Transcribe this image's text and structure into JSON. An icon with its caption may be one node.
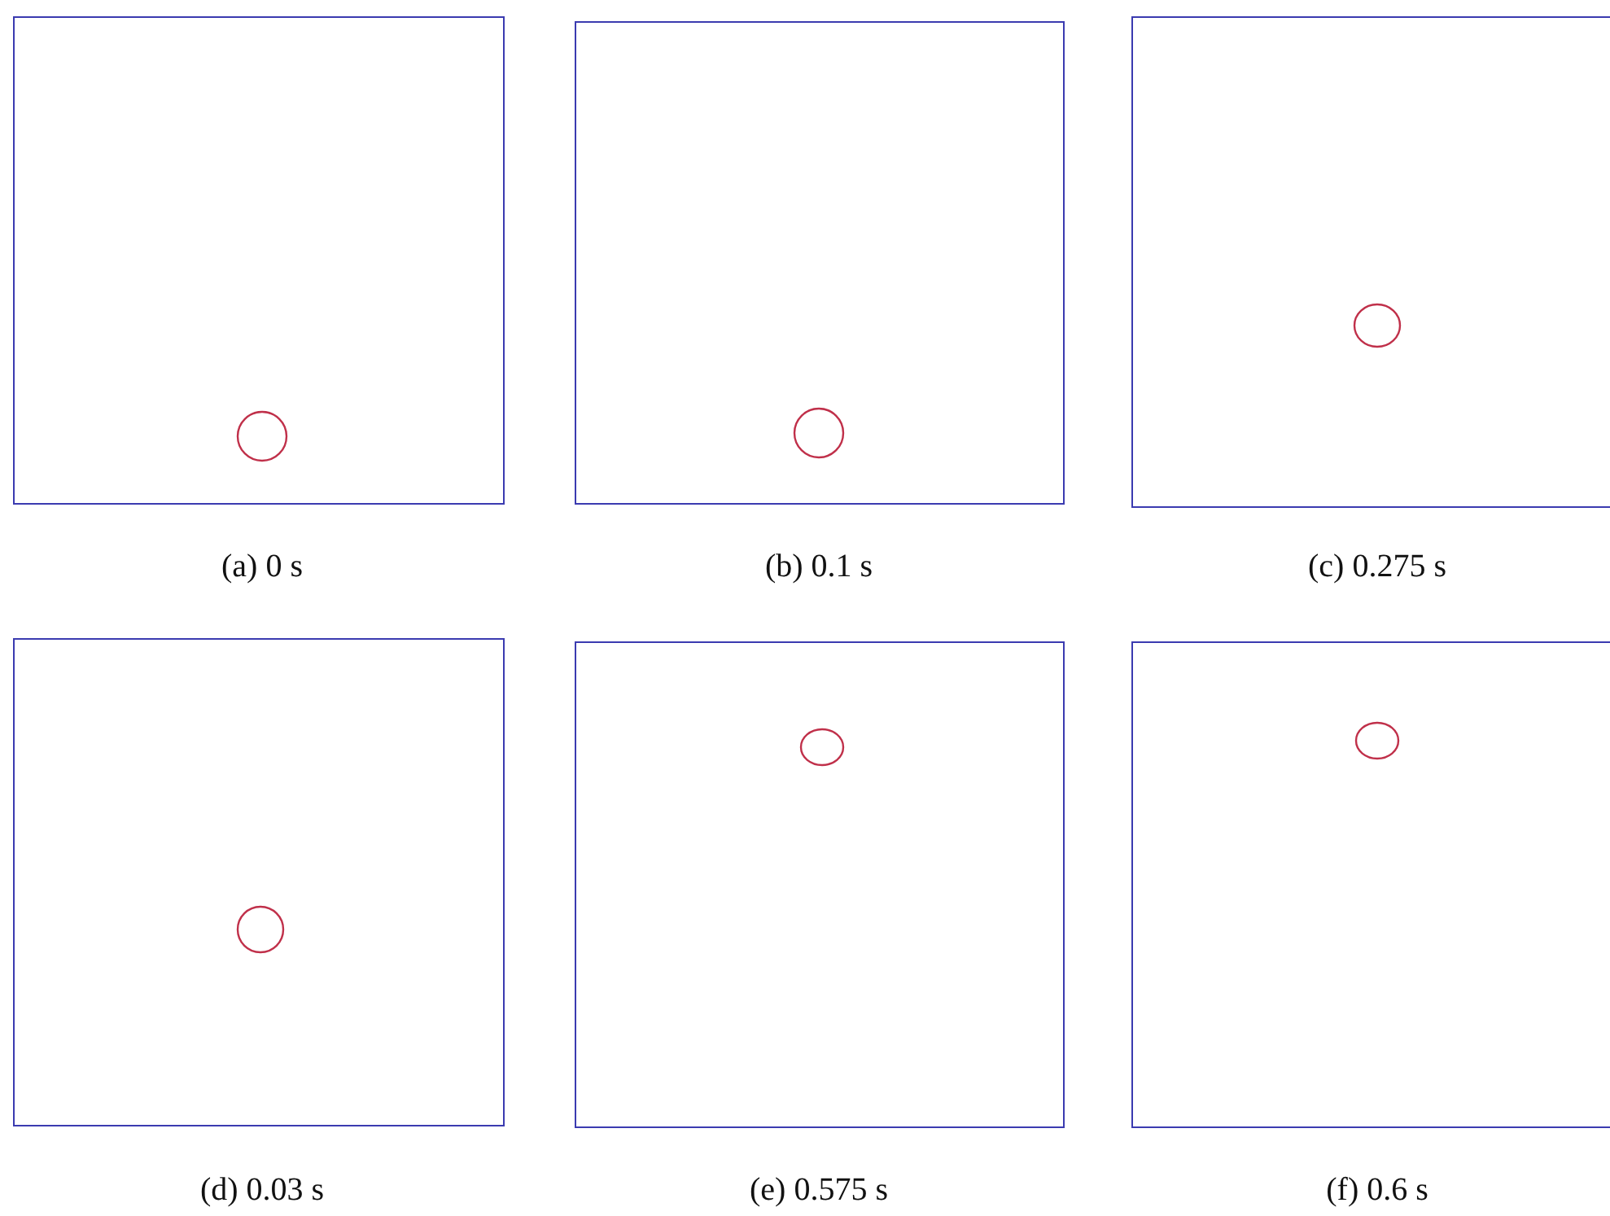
{
  "diagram": {
    "labels": [
      "(a) 0 s",
      "(b) 0.1 s",
      "(c) 0.275 s",
      "(d) 0.03 s",
      "(e) 0.575 s",
      "(f) 0.6 s"
    ]
  }
}
